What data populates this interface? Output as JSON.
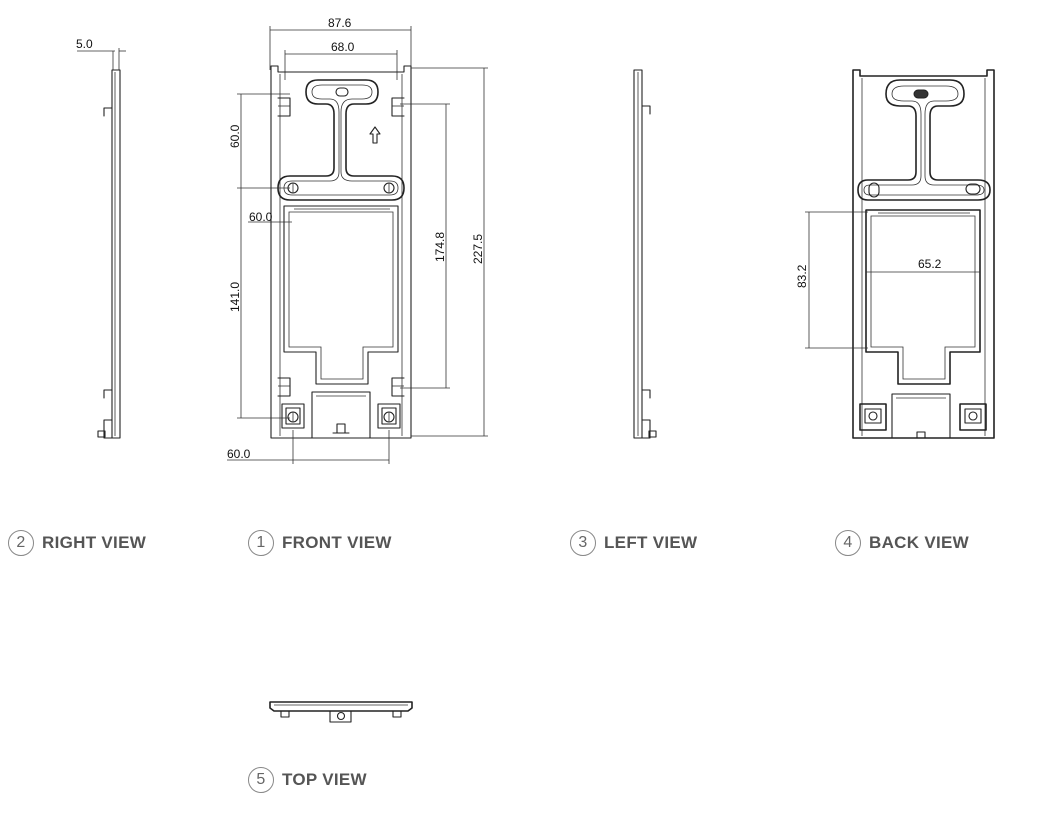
{
  "views": [
    {
      "id": "right",
      "number": "2",
      "label": "RIGHT VIEW"
    },
    {
      "id": "front",
      "number": "1",
      "label": "FRONT VIEW"
    },
    {
      "id": "left",
      "number": "3",
      "label": "LEFT VIEW"
    },
    {
      "id": "back",
      "number": "4",
      "label": "BACK VIEW"
    },
    {
      "id": "top",
      "number": "5",
      "label": "TOP VIEW"
    }
  ],
  "dimensions": {
    "right_thickness": "5.0",
    "front_width": "87.6",
    "front_inner_width": "68.0",
    "front_top_offset": "60.0",
    "front_left_offset": "60.0",
    "front_lower_height": "141.0",
    "front_bottom_width": "60.0",
    "front_mid_height": "174.8",
    "front_total_height": "227.5",
    "back_width": "65.2",
    "back_height": "83.2"
  }
}
